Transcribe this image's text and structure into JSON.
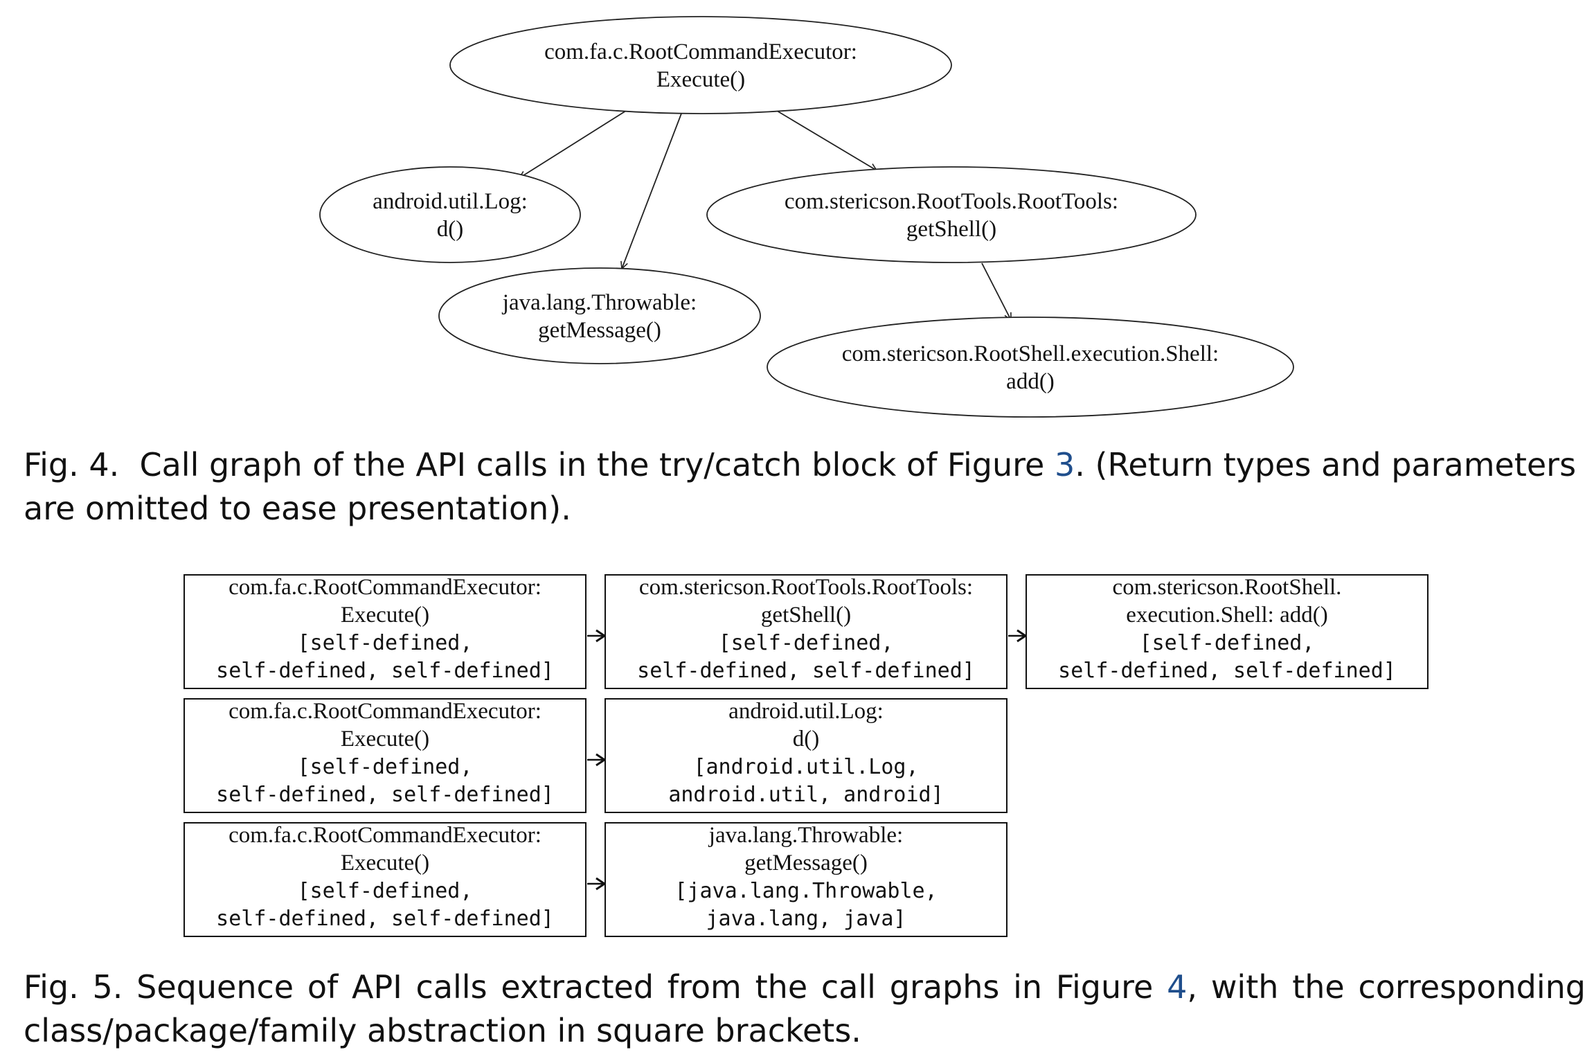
{
  "call_graph": {
    "nodes": [
      {
        "id": "root",
        "lines": [
          "com.fa.c.RootCommandExecutor:",
          "Execute()"
        ]
      },
      {
        "id": "log",
        "lines": [
          "android.util.Log:",
          "d()"
        ]
      },
      {
        "id": "throwable",
        "lines": [
          "java.lang.Throwable:",
          "getMessage()"
        ]
      },
      {
        "id": "roottools",
        "lines": [
          "com.stericson.RootTools.RootTools:",
          "getShell()"
        ]
      },
      {
        "id": "shell",
        "lines": [
          "com.stericson.RootShell.execution.Shell:",
          "add()"
        ]
      }
    ],
    "edges": [
      {
        "from": "root",
        "to": "log"
      },
      {
        "from": "root",
        "to": "throwable"
      },
      {
        "from": "root",
        "to": "roottools"
      },
      {
        "from": "roottools",
        "to": "shell"
      }
    ]
  },
  "sequences": {
    "rows": [
      [
        {
          "id": "s1a",
          "lines": [
            "com.fa.c.RootCommandExecutor:",
            "Execute()"
          ],
          "mono_lines": [
            "[self-defined,",
            "self-defined, self-defined]"
          ]
        },
        {
          "id": "s1b",
          "lines": [
            "com.stericson.RootTools.RootTools:",
            "getShell()"
          ],
          "mono_lines": [
            "[self-defined,",
            "self-defined, self-defined]"
          ]
        },
        {
          "id": "s1c",
          "lines": [
            "com.stericson.RootShell.",
            "execution.Shell: add()"
          ],
          "mono_lines": [
            "[self-defined,",
            "self-defined, self-defined]"
          ]
        }
      ],
      [
        {
          "id": "s2a",
          "lines": [
            "com.fa.c.RootCommandExecutor:",
            "Execute()"
          ],
          "mono_lines": [
            "[self-defined,",
            "self-defined, self-defined]"
          ]
        },
        {
          "id": "s2b",
          "lines": [
            "android.util.Log:",
            "d()"
          ],
          "mono_lines": [
            "[android.util.Log,",
            "android.util, android]"
          ]
        }
      ],
      [
        {
          "id": "s3a",
          "lines": [
            "com.fa.c.RootCommandExecutor:",
            "Execute()"
          ],
          "mono_lines": [
            "[self-defined,",
            "self-defined, self-defined]"
          ]
        },
        {
          "id": "s3b",
          "lines": [
            "java.lang.Throwable:",
            "getMessage()"
          ],
          "mono_lines": [
            "[java.lang.Throwable,",
            "java.lang, java]"
          ]
        }
      ]
    ]
  },
  "captions": {
    "fig4": {
      "prefix": "Fig. 4.",
      "text_before": "Call graph of the API calls in the try/catch block of Figure",
      "ref": "3",
      "text_after": ". (Return types and parameters are omitted to ease presentation)."
    },
    "fig5": {
      "line1_before": "Fig. 5. Sequence of API calls extracted from the call graphs in Figure",
      "ref": "4",
      "line1_after": ", with the corresponding",
      "line2": "class/package/family abstraction in square brackets."
    }
  },
  "colors": {
    "text": "#111111",
    "link": "#1f4e8c",
    "stroke": "#222222"
  }
}
